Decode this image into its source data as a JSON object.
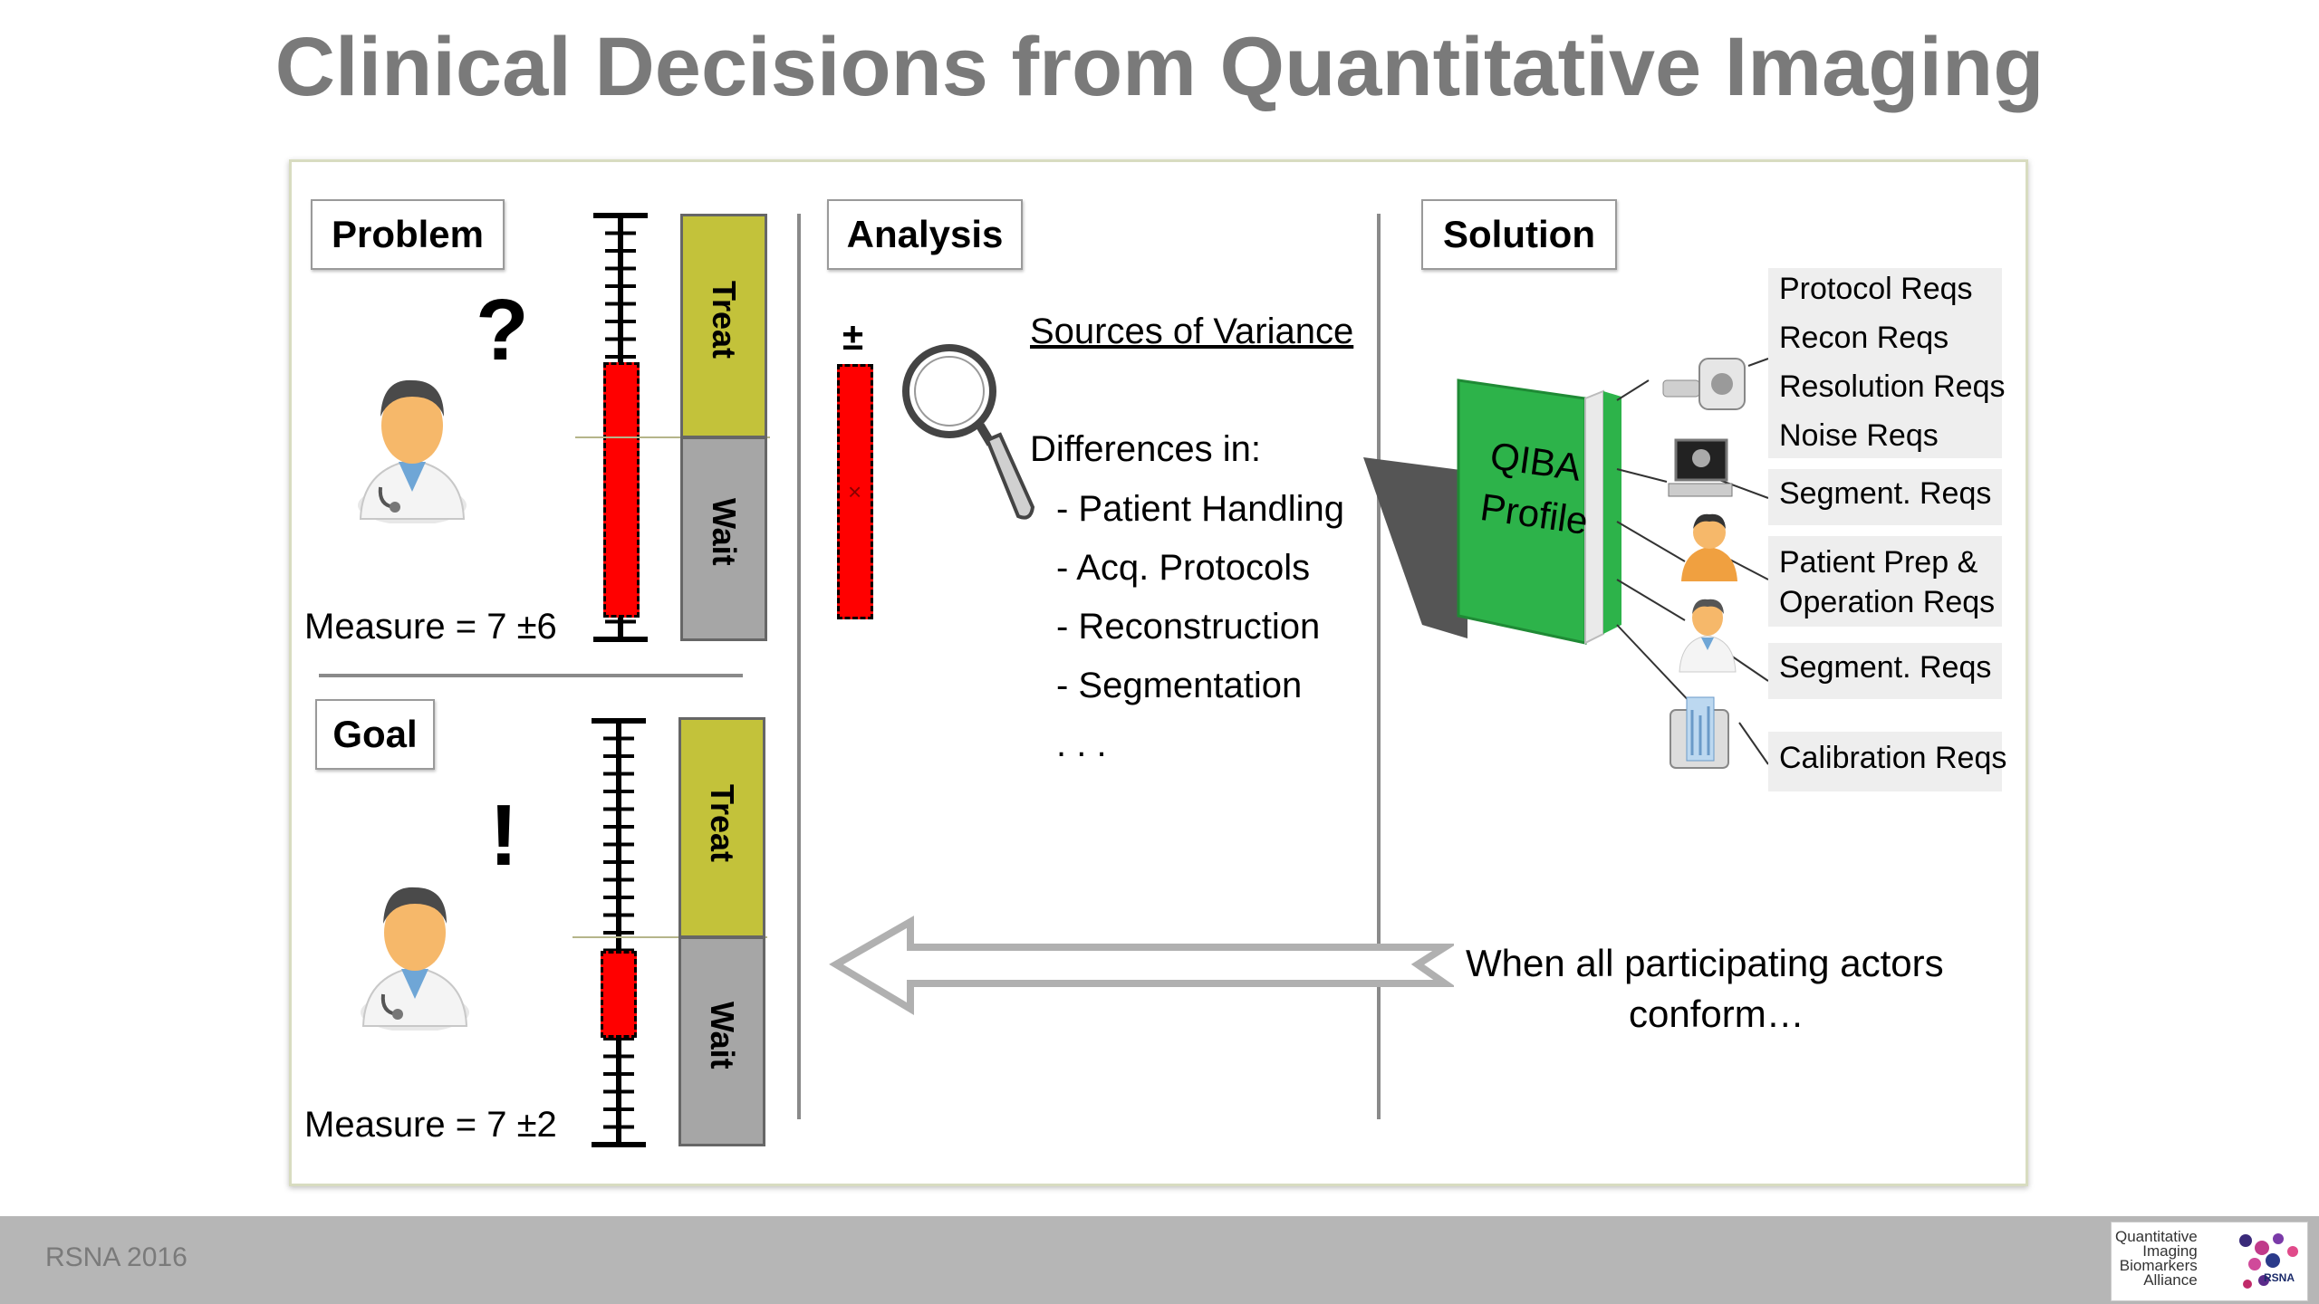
{
  "title": "Clinical Decisions from Quantitative Imaging",
  "problem": {
    "label": "Problem",
    "mark": "?",
    "measure": "Measure = 7  ±6",
    "treat_label": "Treat",
    "wait_label": "Wait"
  },
  "goal": {
    "label": "Goal",
    "mark": "!",
    "measure": "Measure = 7 ±2",
    "treat_label": "Treat",
    "wait_label": "Wait"
  },
  "analysis": {
    "label": "Analysis",
    "plusminus": "±",
    "sources_heading": "Sources of Variance",
    "differences_heading": "Differences in:",
    "items": [
      "- Patient Handling",
      "- Acq. Protocols",
      "- Reconstruction",
      "- Segmentation"
    ],
    "ellipsis": ". . ."
  },
  "solution": {
    "label": "Solution",
    "book_title_line1": "QIBA",
    "book_title_line2": "Profile",
    "reqs": [
      "Protocol Reqs",
      "Recon Reqs",
      "Resolution Reqs",
      "Noise Reqs",
      "Segment. Reqs",
      "Patient Prep &",
      "Operation Reqs",
      "Segment. Reqs",
      "Calibration Reqs"
    ],
    "conform_line1": "When all participating actors",
    "conform_line2": "conform…"
  },
  "footer": {
    "text": "RSNA 2016",
    "logo_line1": "Quantitative",
    "logo_line2": "Imaging",
    "logo_line3": "Biomarkers",
    "logo_line4": "Alliance",
    "logo_rsna": "RSNA"
  },
  "colors": {
    "title": "#7a7a7a",
    "treat": "#c3c23a",
    "wait": "#a6a6a6",
    "error_bar": "#ff0000",
    "book": "#2db34a",
    "footer": "#b6b6b6"
  }
}
